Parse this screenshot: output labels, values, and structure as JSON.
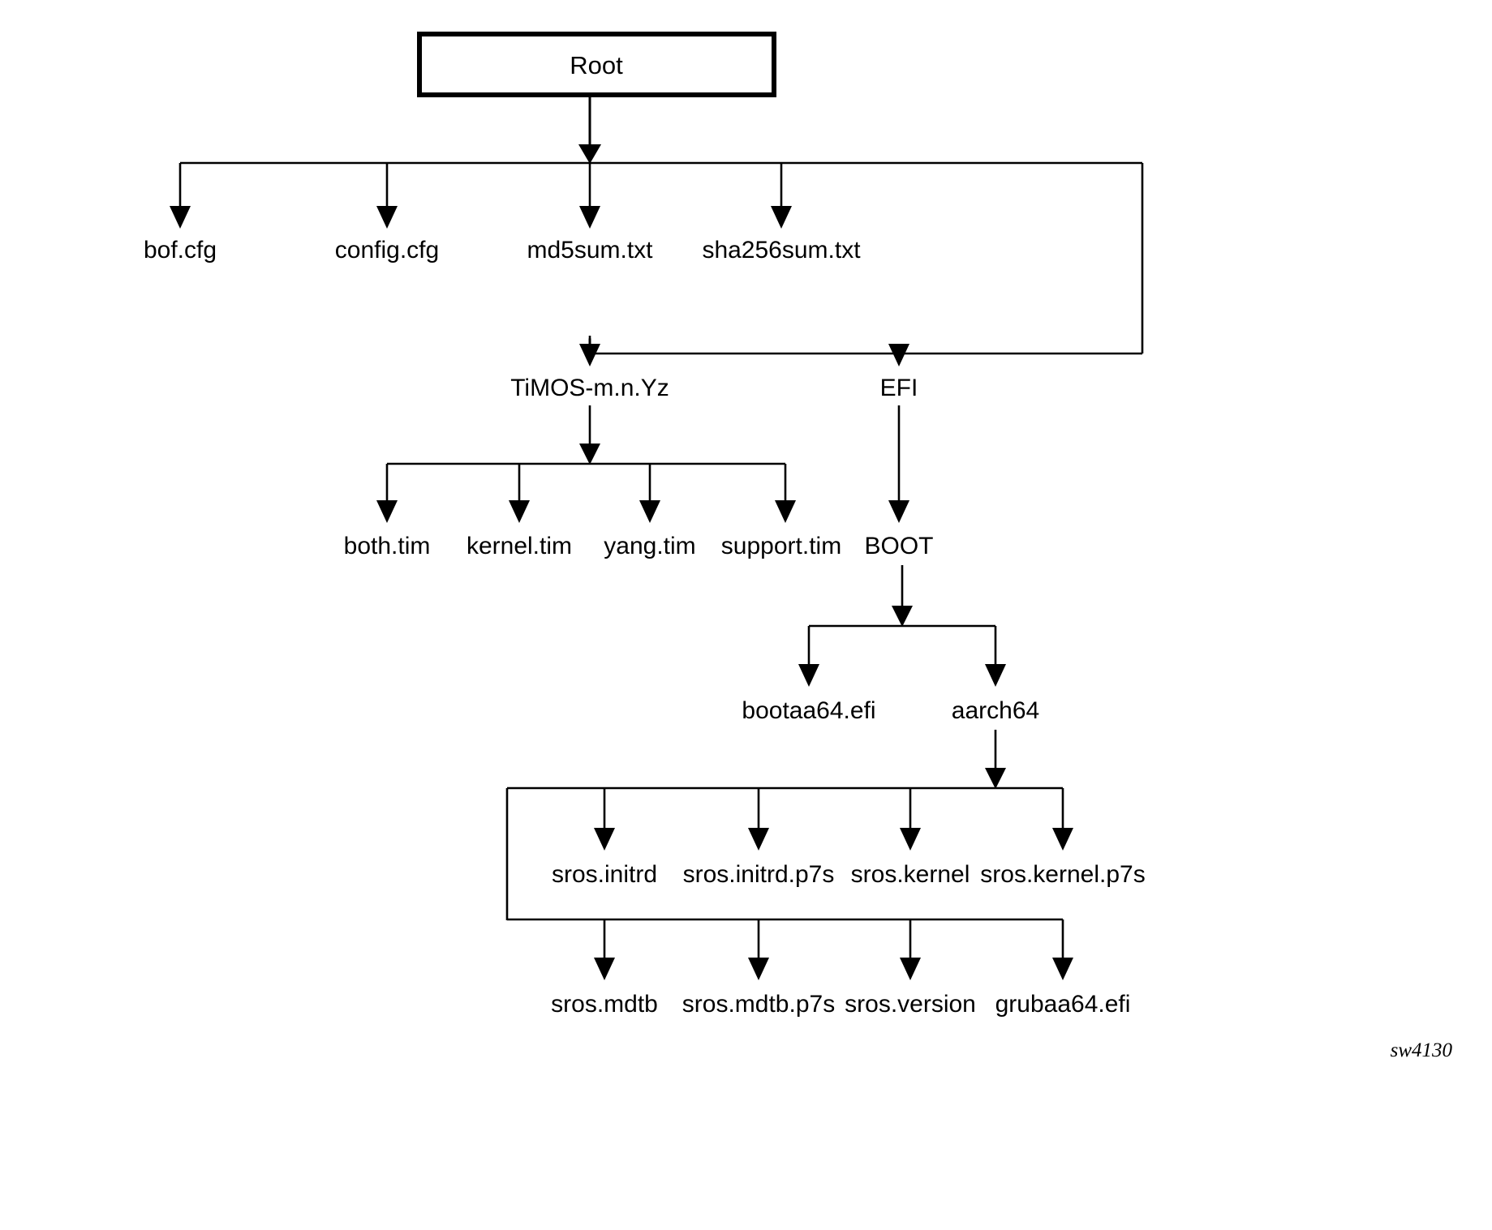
{
  "figure": {
    "id_label": "sw4130",
    "root": {
      "label": "Root"
    },
    "levels": [
      {
        "name": "root-children",
        "nodes": [
          {
            "label": "bof.cfg"
          },
          {
            "label": "config.cfg"
          },
          {
            "label": "md5sum.txt"
          },
          {
            "label": "sha256sum.txt"
          }
        ]
      },
      {
        "name": "root-children-directories",
        "nodes": [
          {
            "label": "TiMOS-m.n.Yz"
          },
          {
            "label": "EFI"
          }
        ]
      },
      {
        "name": "timos-children",
        "nodes": [
          {
            "label": "both.tim"
          },
          {
            "label": "kernel.tim"
          },
          {
            "label": "yang.tim"
          },
          {
            "label": "support.tim"
          }
        ]
      },
      {
        "name": "efi-children",
        "nodes": [
          {
            "label": "BOOT"
          }
        ]
      },
      {
        "name": "boot-children",
        "nodes": [
          {
            "label": "bootaa64.efi"
          },
          {
            "label": "aarch64"
          }
        ]
      },
      {
        "name": "aarch64-children-row1",
        "nodes": [
          {
            "label": "sros.initrd"
          },
          {
            "label": "sros.initrd.p7s"
          },
          {
            "label": "sros.kernel"
          },
          {
            "label": "sros.kernel.p7s"
          }
        ]
      },
      {
        "name": "aarch64-children-row2",
        "nodes": [
          {
            "label": "sros.mdtb"
          },
          {
            "label": "sros.mdtb.p7s"
          },
          {
            "label": "sros.version"
          },
          {
            "label": "grubaa64.efi"
          }
        ]
      }
    ],
    "colors": {
      "line": "#000000",
      "text": "#000000",
      "background": "#ffffff"
    }
  }
}
